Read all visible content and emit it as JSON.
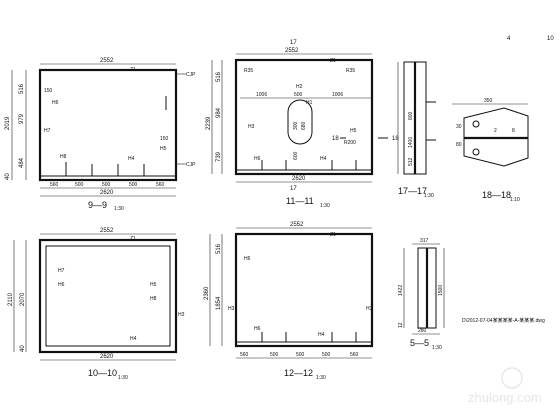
{
  "page": {
    "no_a": "4",
    "no_b": "10"
  },
  "v9": {
    "top": "2552",
    "z1": "Z1",
    "left1": "516",
    "left2": "979",
    "left3": "2019",
    "left4": "484",
    "left5": "40",
    "t150a": "150",
    "t150b": "150",
    "h6": "H6",
    "h7": "H7",
    "h8": "H8",
    "h4": "H4",
    "h5": "H5",
    "cjp_a": "CJP",
    "cjp_b": "CJP",
    "b1": "560",
    "b2": "500",
    "b3": "500",
    "b4": "500",
    "b5": "560",
    "btotal": "2620",
    "title": "9—9",
    "scale": "1:30"
  },
  "v11": {
    "top1": "17",
    "top2": "2552",
    "z1": "Z1",
    "r35a": "R35",
    "r35b": "R35",
    "left1": "516",
    "left2": "2239",
    "left3": "984",
    "left4": "739",
    "d1006a": "1006",
    "d500": "500",
    "d1006b": "1006",
    "h2": "H2",
    "h1": "H1",
    "d300": "300",
    "d680": "680",
    "d600": "600",
    "h3": "H3",
    "r200": "R200",
    "h5": "H5",
    "h6": "H6",
    "h4": "H4",
    "cut": "18",
    "btotal": "2620",
    "bot": "17",
    "title": "11—11",
    "scale": "1:30"
  },
  "v17": {
    "d800": "800",
    "d1400": "1400",
    "d512": "512",
    "title": "17—17",
    "scale": "1:30"
  },
  "v18": {
    "d350": "350",
    "d30": "30",
    "d80": "80",
    "d2": "2",
    "d8": "8",
    "title": "18—18",
    "scale": "1:10"
  },
  "v10": {
    "top": "2552",
    "z1": "Z1",
    "left1": "2110",
    "left2": "2070",
    "left3": "40",
    "h7": "H7",
    "h6": "H6",
    "h5": "H5",
    "h8": "H8",
    "h3": "H3",
    "h4": "H4",
    "btotal": "2620",
    "title": "10—10",
    "scale": "1:30"
  },
  "v12": {
    "top": "2552",
    "z1": "Z1",
    "left1": "516",
    "left2": "2360",
    "left3": "1854",
    "h6a": "H6",
    "h3a": "H3",
    "h3b": "H3",
    "h6b": "H6",
    "h4": "H4",
    "b1": "560",
    "b2": "500",
    "b3": "500",
    "b4": "500",
    "b5": "560",
    "title": "12—12",
    "scale": "1:30"
  },
  "v5": {
    "top": "317",
    "d1422": "1422",
    "d1500": "1500",
    "d12": "12",
    "d280": "280",
    "title": "5—5",
    "scale": "1:30"
  },
  "note": "D\\2012-07-04某某某某-A-某某某.dwg",
  "watermark": "zhulong.com"
}
